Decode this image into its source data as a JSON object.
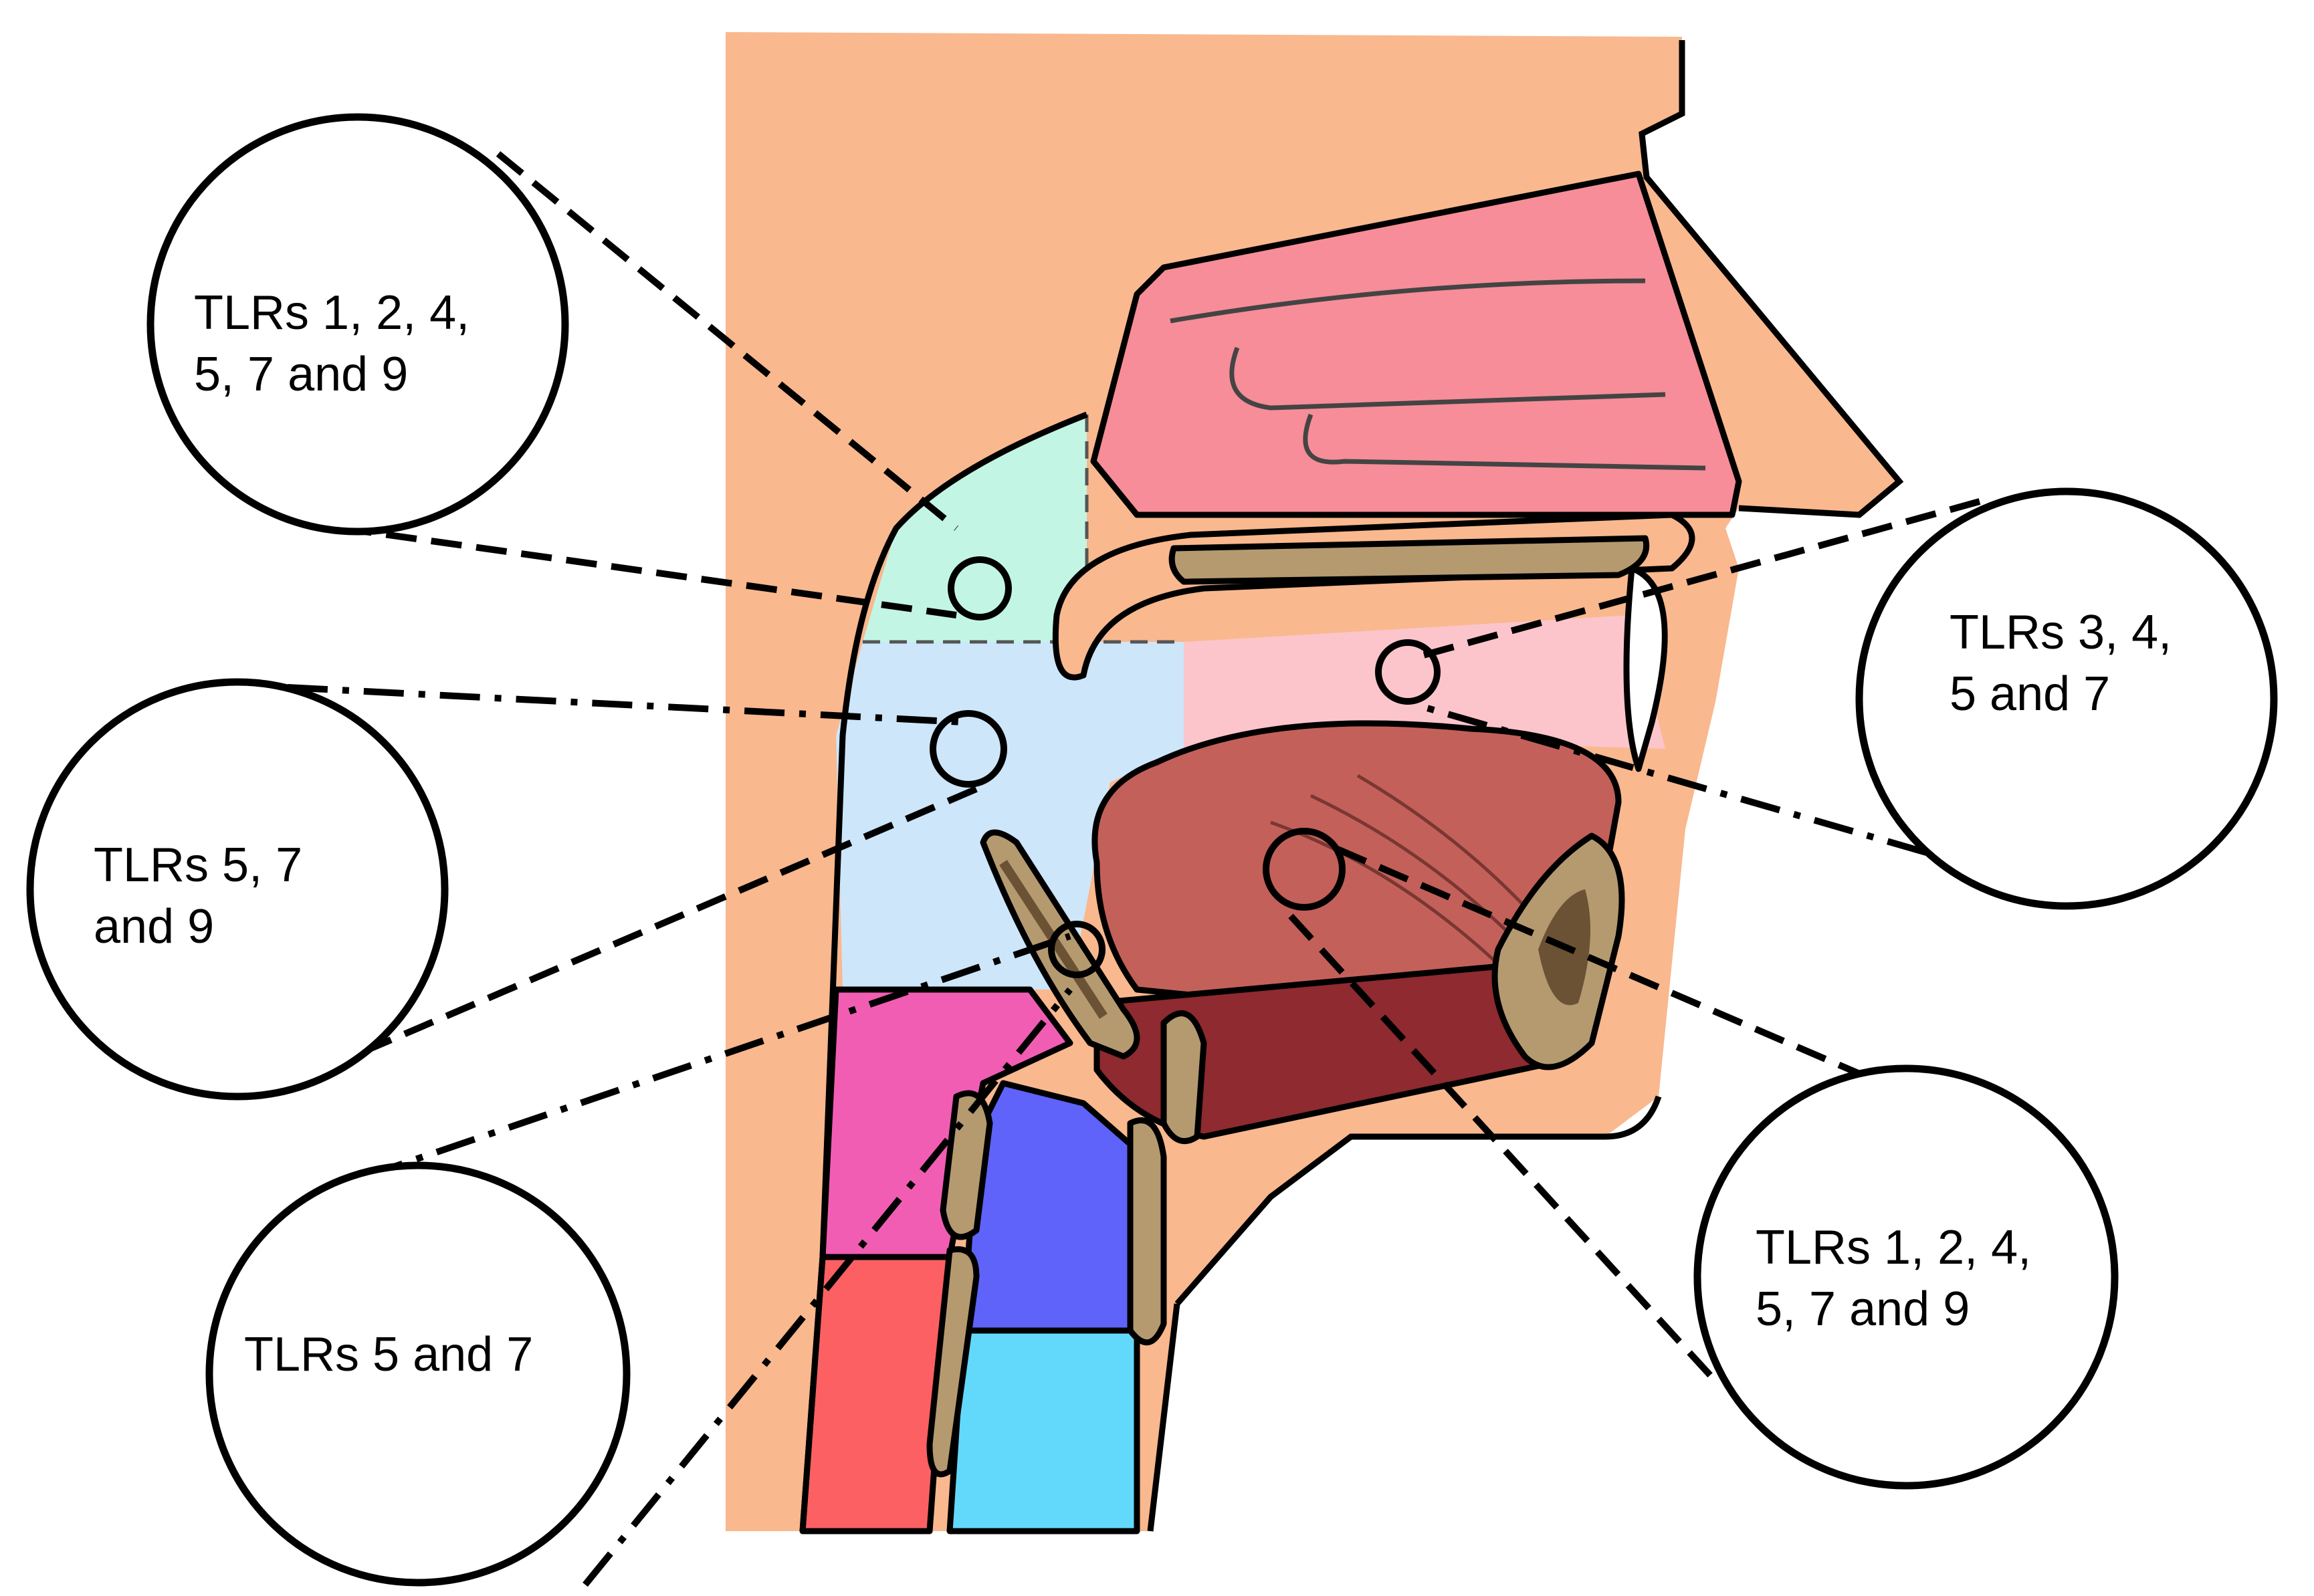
{
  "callouts": [
    {
      "id": "nasopharynx",
      "lines": [
        "TLRs 1, 2, 4,",
        "5, 7 and 9"
      ]
    },
    {
      "id": "oropharynx",
      "lines": [
        "TLRs 5, 7",
        "and 9"
      ]
    },
    {
      "id": "larynx",
      "lines": [
        "TLRs 5 and 7"
      ]
    },
    {
      "id": "oral-cavity",
      "lines": [
        "TLRs 3, 4,",
        "5 and 7"
      ]
    },
    {
      "id": "tongue",
      "lines": [
        "TLRs 1, 2, 4,",
        "5, 7 and 9"
      ]
    }
  ],
  "colors": {
    "skin": "#f9b88e",
    "nasal_cavity": "#f68d98",
    "nasopharynx": "#c3f5e5",
    "oropharynx": "#cde6fa",
    "oral_cavity": "#fbc5cb",
    "tongue": "#c4605a",
    "tongue_base_muscle": "#8e2a30",
    "bone": "#b59a70",
    "bone_core": "#6b5234",
    "laryngopharynx": "#f25db4",
    "esophagus": "#fc6063",
    "larynx": "#5f63fa",
    "trachea": "#62d9fb"
  }
}
